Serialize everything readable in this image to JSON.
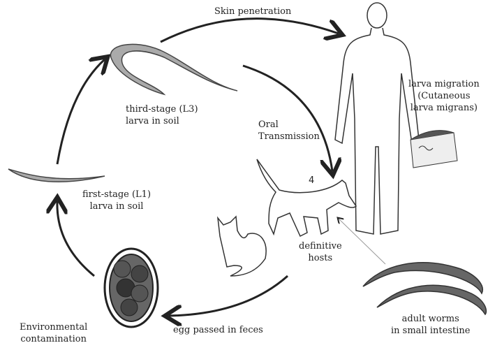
{
  "labels": {
    "skin_penetration": "Skin penetration",
    "larva_migration": [
      "larva migration",
      "(Cutaneous",
      "larva migrans)"
    ],
    "third_stage": [
      "third-stage (L3)",
      "larva in soil"
    ],
    "oral_transmission": [
      "Oral",
      "Transmission"
    ],
    "step_number": "4",
    "first_stage": [
      "first-stage (L1)",
      "larva in soil"
    ],
    "definitive_hosts": [
      "definitive",
      "hosts"
    ],
    "environmental": [
      "Environmental",
      "contamination"
    ],
    "egg_passed": "egg passed in feces",
    "adult_worms": [
      "adult worms",
      "in small intestine"
    ]
  },
  "colors": {
    "stroke": "#222222",
    "worm": "#8a8a8a"
  }
}
